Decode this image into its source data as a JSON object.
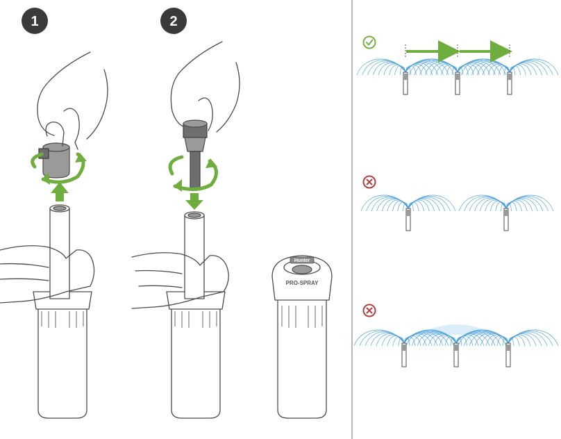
{
  "steps": [
    {
      "number": "1"
    },
    {
      "number": "2"
    }
  ],
  "cap_brand": "Hunter",
  "cap_model": "PRO-SPRAY",
  "colors": {
    "arrow_green": "#6fae3e",
    "check_green": "#77b043",
    "error_red": "#b0413e",
    "spray_blue": "#4a9fd8",
    "step_badge": "#3a3a3a"
  },
  "icons": [
    "check-circle-icon",
    "x-circle-icon",
    "x-circle-icon"
  ]
}
